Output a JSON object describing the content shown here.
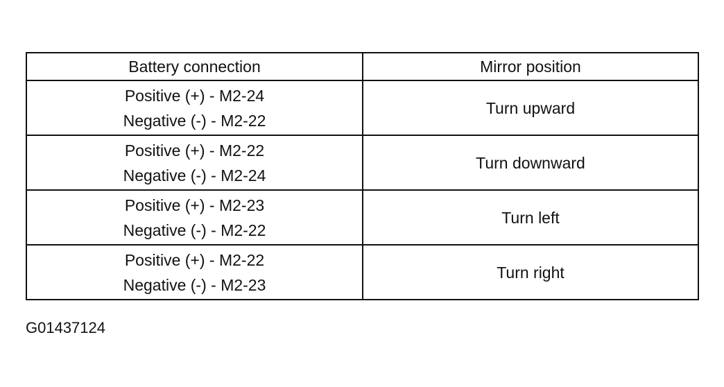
{
  "table": {
    "headers": [
      "Battery connection",
      "Mirror position"
    ],
    "rows": [
      {
        "connection": [
          "Positive (+) - M2-24",
          "Negative (-) - M2-22"
        ],
        "position": "Turn upward"
      },
      {
        "connection": [
          "Positive (+) - M2-22",
          "Negative (-) - M2-24"
        ],
        "position": "Turn downward"
      },
      {
        "connection": [
          "Positive (+) - M2-23",
          "Negative (-) - M2-22"
        ],
        "position": "Turn left"
      },
      {
        "connection": [
          "Positive (+) - M2-22",
          "Negative (-) - M2-23"
        ],
        "position": "Turn right"
      }
    ]
  },
  "figure_id": "G01437124"
}
